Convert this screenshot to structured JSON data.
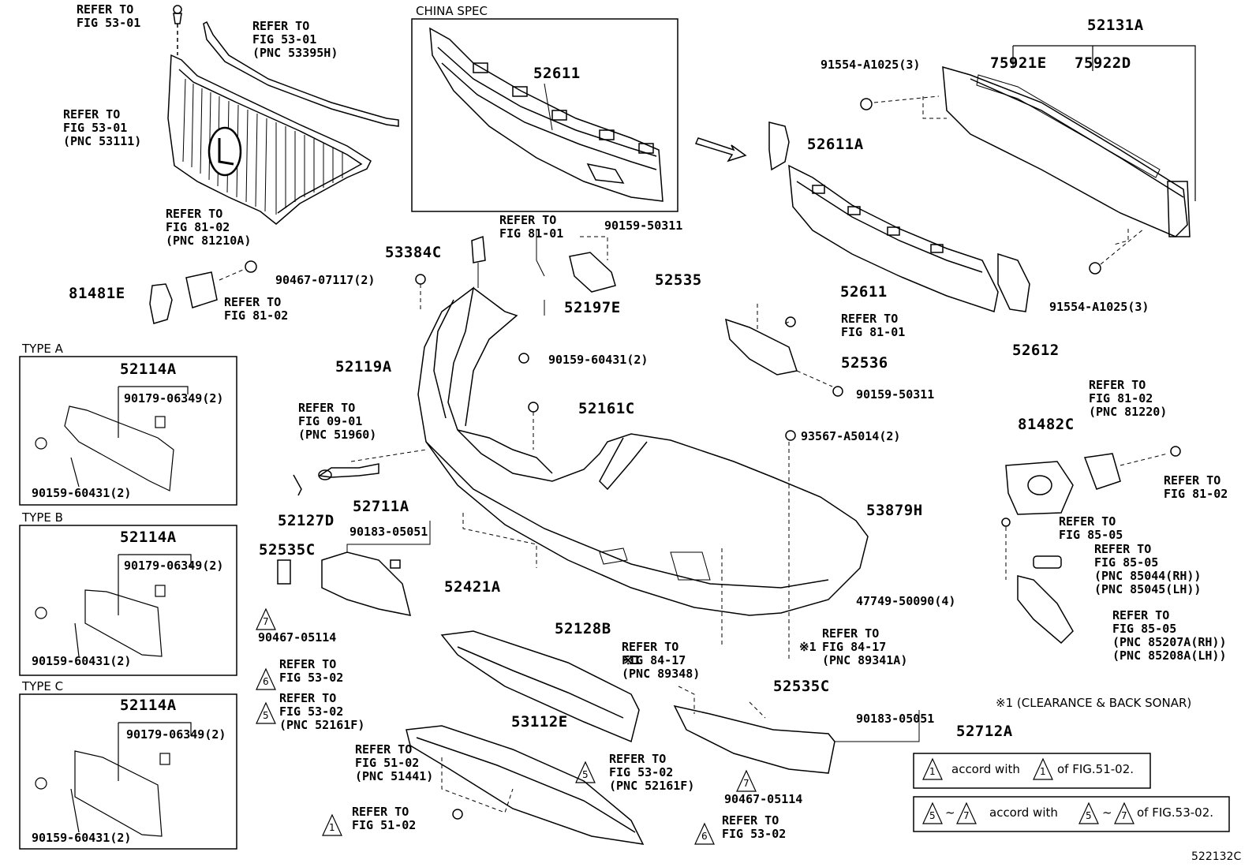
{
  "labels": {
    "refer_53_01_clip": "REFER TO\nFIG 53-01",
    "refer_53_01_pnc53395h": "REFER TO\nFIG 53-01\n(PNC 53395H)",
    "refer_53_01_pnc53111": "REFER TO\nFIG 53-01\n(PNC 53111)",
    "refer_81_02_pnc81210a": "REFER TO\nFIG 81-02\n(PNC 81210A)",
    "p81481e": "81481E",
    "refer_81_02_a": "REFER TO\nFIG 81-02",
    "china_spec": "CHINA SPEC",
    "p52611_top": "52611",
    "p52131a": "52131A",
    "p75921e": "75921E",
    "p75922d": "75922D",
    "p91554_top": "91554-A1025(3)",
    "p52611a": "52611A",
    "p52611_bottom": "52611",
    "p91554_bottom": "91554-A1025(3)",
    "p52612": "52612",
    "refer_81_01_top": "REFER TO\nFIG 81-01",
    "p90159_50311_top": "90159-50311",
    "p53384c": "53384C",
    "p90467_07117": "90467-07117(2)",
    "p52535": "52535",
    "p52197e": "52197E",
    "refer_81_01_mid": "REFER TO\nFIG 81-01",
    "p52536": "52536",
    "p90159_50311_mid": "90159-50311",
    "p52119a": "52119A",
    "p90159_60431_mid": "90159-60431(2)",
    "p52161c": "52161C",
    "p93567": "93567-A5014(2)",
    "refer_09_01": "REFER TO\nFIG 09-01\n(PNC 51960)",
    "p52127d": "52127D",
    "p52711a": "52711A",
    "p90183_left": "90183-05051",
    "p52535c_left": "52535C",
    "p52421a": "52421A",
    "p52128b": "52128B",
    "p53879h": "53879H",
    "p47749": "47749-50090(4)",
    "p90467_05114_left": "90467-05114",
    "refer_53_02_a": "REFER TO\nFIG 53-02",
    "refer_53_02_pnc52161f_left": "REFER TO\nFIG 53-02\n(PNC 52161F)",
    "refer_84_17_left": "REFER TO\nFIG 84-17\n(PNC 89348)",
    "refer_84_17_right": "REFER TO\nFIG 84-17\n(PNC 89341A)",
    "p52535c_right": "52535C",
    "p53112e": "53112E",
    "p90183_right": "90183-05051",
    "p52712a": "52712A",
    "refer_51_02_pnc51441": "REFER TO\nFIG 51-02\n(PNC 51441)",
    "refer_53_02_pnc52161f_right": "REFER TO\nFIG 53-02\n(PNC 52161F)",
    "p90467_05114_right": "90467-05114",
    "refer_51_02": "REFER TO\nFIG 51-02",
    "refer_53_02_b": "REFER TO\nFIG 53-02",
    "refer_81_02_pnc81220": "REFER TO\nFIG 81-02\n(PNC 81220)",
    "p81482c": "81482C",
    "refer_81_02_b": "REFER TO\nFIG 81-02",
    "refer_85_05_a": "REFER TO\nFIG 85-05",
    "refer_85_05_b": "REFER TO\nFIG 85-05\n(PNC 85044(RH))\n(PNC 85045(LH))",
    "refer_85_05_c": "REFER TO\nFIG 85-05\n(PNC 85207A(RH))\n(PNC 85208A(LH))",
    "clearance_note": "※1 (CLEARANCE & BACK SONAR)",
    "x1_left": "※1",
    "x1_right": "※1",
    "note1_a": "accord with",
    "note1_b": "of FIG.51-02.",
    "note2_a": "accord with",
    "note2_b": "of FIG.53-02.",
    "tilde": "~",
    "figure_id": "522132C"
  },
  "types": [
    {
      "title": "TYPE A",
      "part": "52114A",
      "clip": "90179-06349(2)",
      "bolt": "90159-60431(2)"
    },
    {
      "title": "TYPE B",
      "part": "52114A",
      "clip": "90179-06349(2)",
      "bolt": "90159-60431(2)"
    },
    {
      "title": "TYPE C",
      "part": "52114A",
      "clip": "90179-06349(2)",
      "bolt": "90159-60431(2)"
    }
  ],
  "triangles": {
    "t7": "7",
    "t6": "6",
    "t5": "5",
    "t1": "1"
  }
}
